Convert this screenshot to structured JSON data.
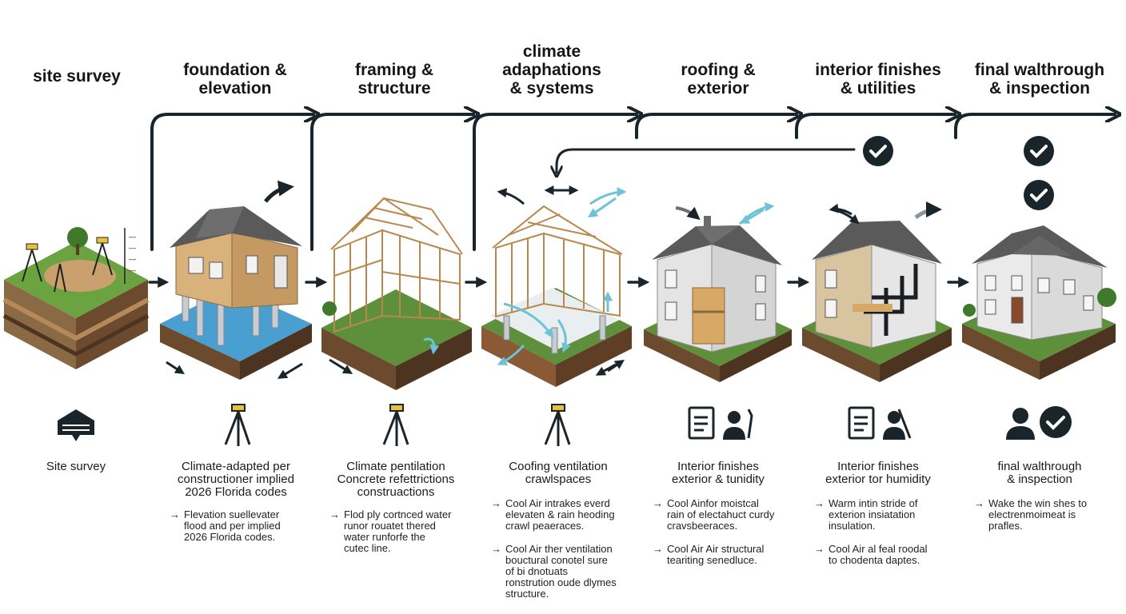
{
  "stages": [
    {
      "id": "site-survey",
      "title": "site survey",
      "subtitle": "Site survey",
      "bullets": [],
      "icon": "survey-board-icon"
    },
    {
      "id": "foundation",
      "title": "foundation &\nelevation",
      "subtitle": "Climate-adapted per\nconstructioner implied\n2026 Florida codes",
      "bullets": [
        "Flevation suellevater\nflood and per implied\n2026 Florida codes."
      ],
      "icon": "tripod-icon"
    },
    {
      "id": "framing",
      "title": "framing &\nstructure",
      "subtitle": "Climate pentilation\nConcrete refettrictions\nconstruactions",
      "bullets": [
        "Flod ply cortnced water\nrunor rouatet thered\nwater runforfe the\ncutec line."
      ],
      "icon": "tripod-icon"
    },
    {
      "id": "climate",
      "title": "climate\nadaphations\n& systems",
      "subtitle": "Coofing ventilation\ncrawlspaces",
      "bullets": [
        "Cool Air intrakes everd\nelevaten & rain heoding\ncrawl peaeraces.",
        "Cool Air ther ventilation\nbouctural conotel sure\nof bi dnotuats\nronstrution oude dlymes\nstructure."
      ],
      "icon": "tripod-icon"
    },
    {
      "id": "roofing",
      "title": "roofing &\nexterior",
      "subtitle": "Interior finishes\nexterior & tunidity",
      "bullets": [
        "Cool Ainfor moistcal\nrain of electahuct curdy\ncravsbeeraces.",
        "Cool Air Air structural\nteariting senedluce."
      ],
      "icon": "checklist-worker-icon"
    },
    {
      "id": "interior",
      "title": "interior finishes\n& utilities",
      "subtitle": "Interior finishes\nexterior tor humidity",
      "bullets": [
        "Warm intin stride of\nexterion insiatation\ninsulation.",
        "Cool Air al feal roodal\nto chodenta daptes."
      ],
      "icon": "checklist-tools-icon"
    },
    {
      "id": "final",
      "title": "final walthrough\n& inspection",
      "subtitle": "final walthrough\n& inspection",
      "bullets": [
        "Wake the win shes to\nelectrenmoimeat is\nprafles."
      ],
      "icon": "person-check-icon"
    }
  ],
  "survey_scale_marks": [
    "—",
    "—",
    "—",
    "—"
  ],
  "colors": {
    "dark": "#1a252b",
    "water": "#4a9fd1",
    "grass": "#5e8f3a",
    "soil": "#6b4a2d",
    "wood": "#d9b17a",
    "roof": "#5a5a5a",
    "cyan_arrow": "#6cc3d8"
  }
}
